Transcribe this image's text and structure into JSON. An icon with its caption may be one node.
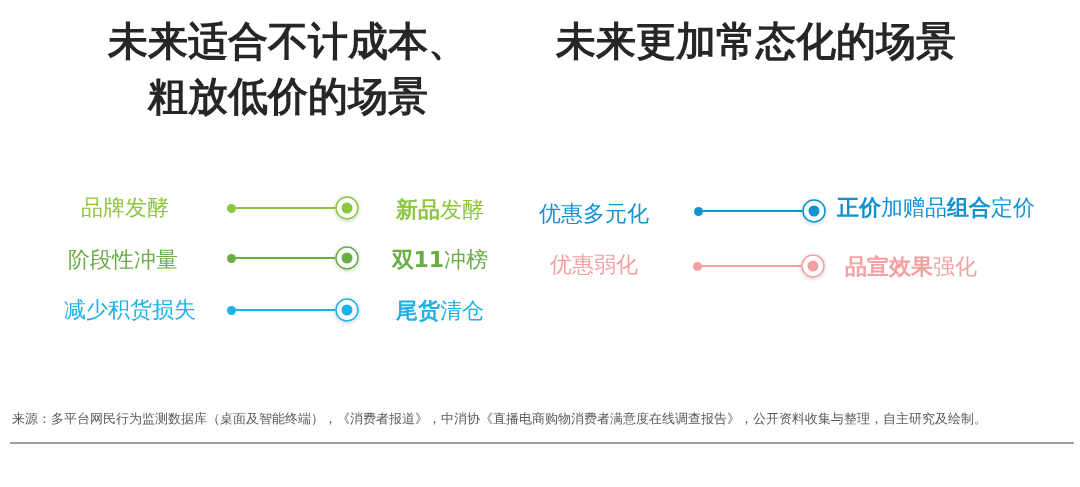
{
  "diagram": {
    "nodes": [
      {
        "text": [],
        "shape": "circle",
        "beside": [
          "品牌发酵"
        ]
      },
      {
        "text": [],
        "shape": "circle",
        "beside": [
          "**新品**发酵"
        ]
      },
      {
        "text": [],
        "shape": "circle",
        "beside": [
          "阶段性冲量"
        ]
      },
      {
        "text": [],
        "shape": "circle",
        "beside": [
          "**双11**冲榜"
        ]
      },
      {
        "text": [],
        "shape": "circle",
        "beside": [
          "减少积货损失"
        ]
      },
      {
        "text": [],
        "shape": "circle",
        "beside": [
          "**尾货**清仓"
        ]
      },
      {
        "text": [],
        "shape": "circle",
        "beside": [
          "优惠多元化"
        ]
      },
      {
        "text": [],
        "shape": "circle",
        "beside": [
          "**正价**加赠品**组合**定价"
        ]
      },
      {
        "text": [],
        "shape": "circle",
        "beside": [
          "优惠弱化"
        ]
      },
      {
        "text": [],
        "shape": "circle",
        "beside": [
          "**品宣效果**强化"
        ]
      }
    ],
    "edges": [
      {
        "from": 0,
        "to": 1,
        "arrow": "none",
        "color": "#8dc63f"
      },
      {
        "from": 2,
        "to": 3,
        "arrow": "none",
        "color": "#6aad45"
      },
      {
        "from": 4,
        "to": 5,
        "arrow": "none",
        "color": "#1cb1e8"
      },
      {
        "from": 6,
        "to": 7,
        "arrow": "none",
        "color": "#1192d3"
      },
      {
        "from": 8,
        "to": 9,
        "arrow": "none",
        "color": "#f2a1a0"
      }
    ],
    "labels": [
      "未来适合不计成本、粗放低价的场景",
      "未来更加常态化的场景",
      "来源：多平台网民行为监测数据库（桌面及智能终端），《消费者报道》，中消协《直播电商购物消费者满意度在线调查报告》，公开资料收集与整理，自主研究及绘制。"
    ]
  }
}
